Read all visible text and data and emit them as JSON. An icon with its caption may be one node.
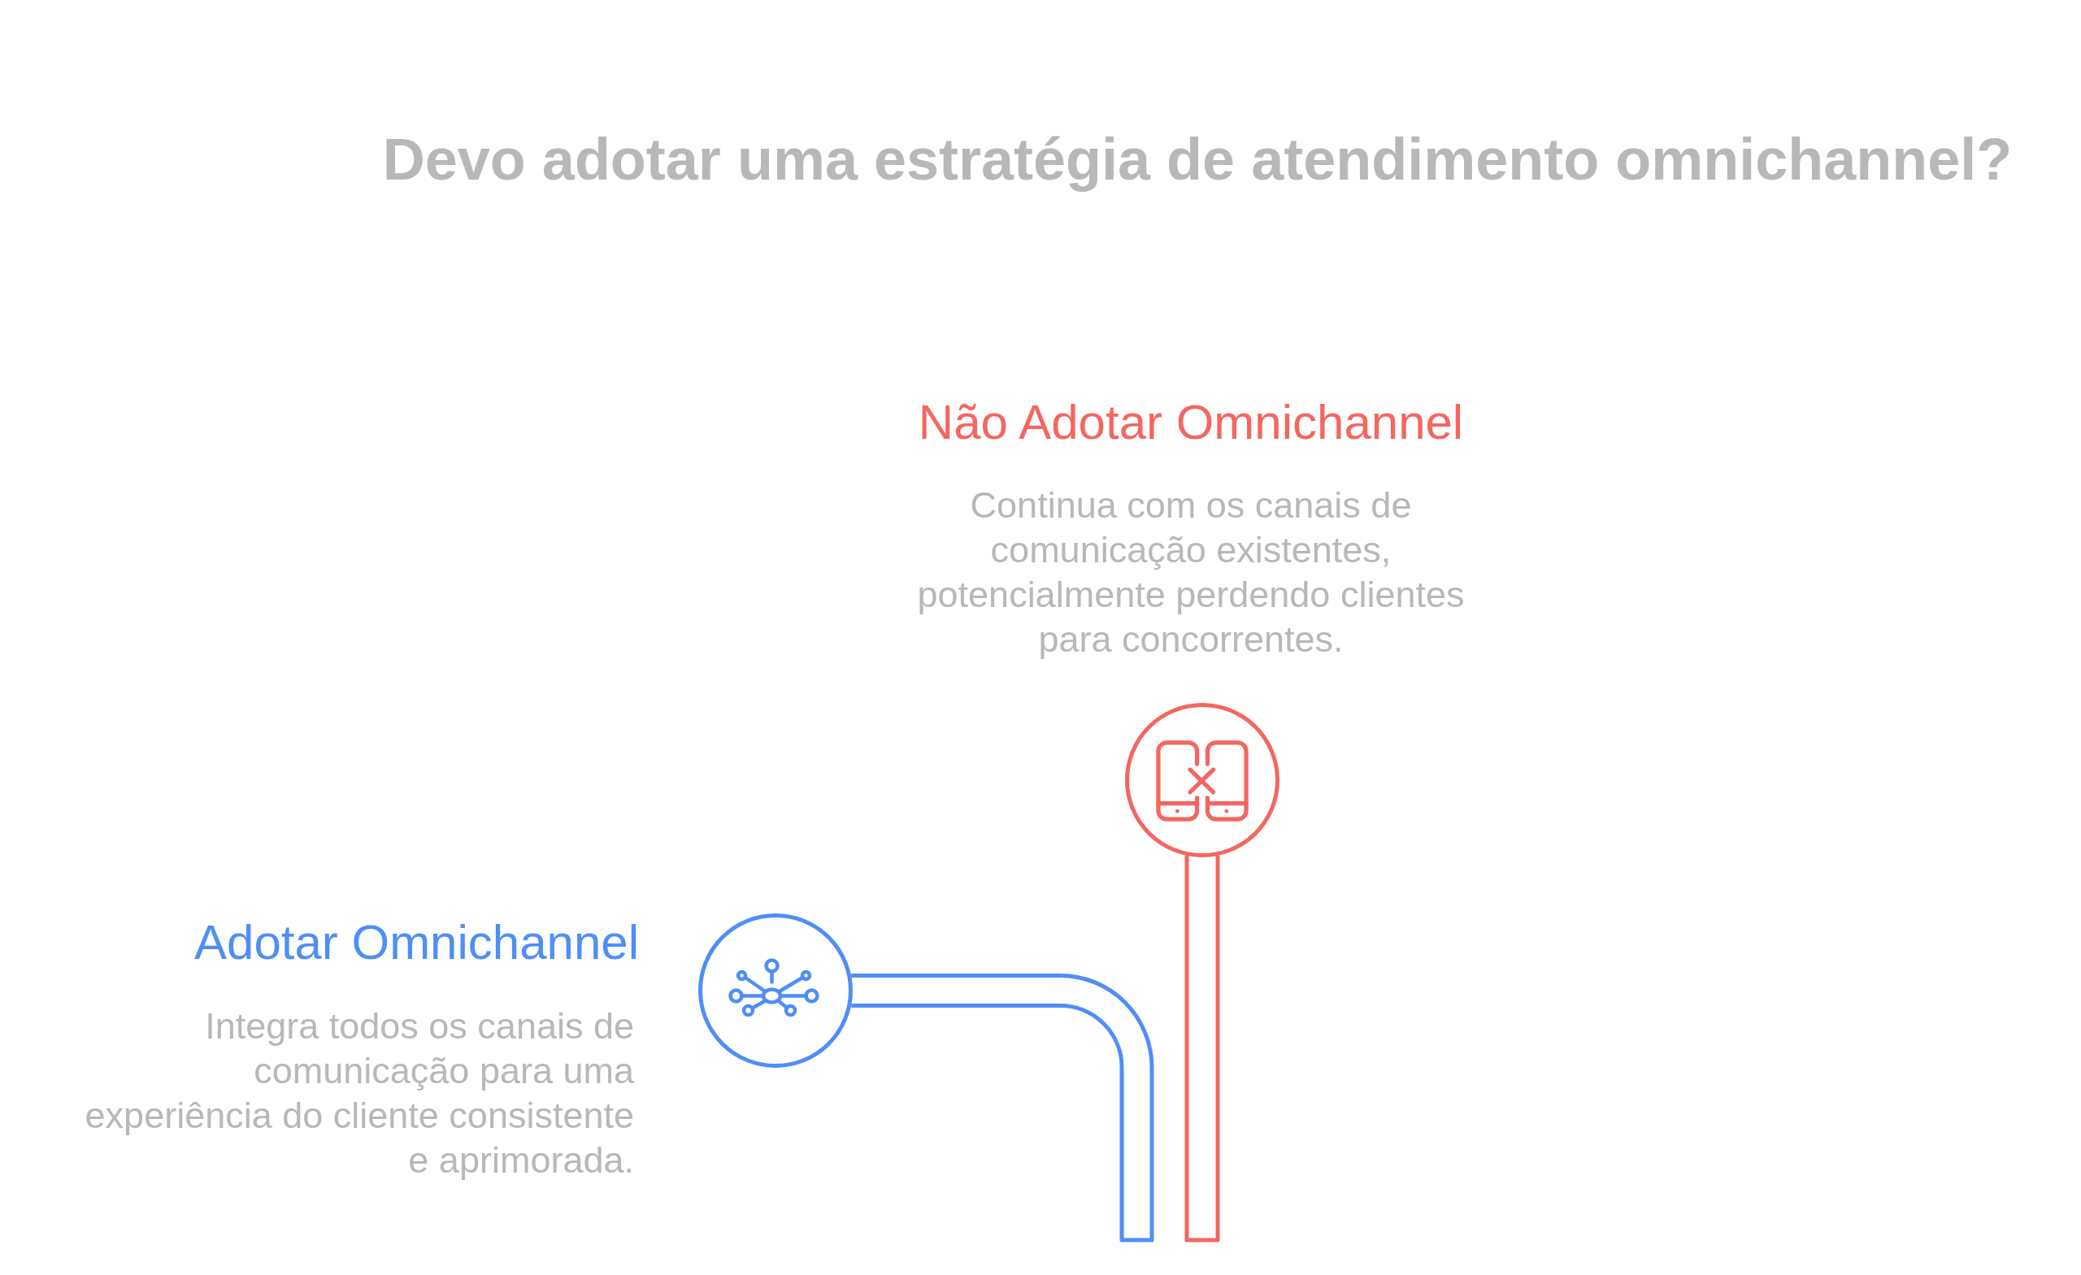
{
  "diagram": {
    "title": "Devo adotar uma estratégia de atendimento omnichannel?",
    "nodes": [
      {
        "text": [],
        "shape": "circle",
        "beside": [
          "Não Adotar Omnichannel",
          "Continua com os canais de comunicação existentes, potencialmente perdendo clientes para concorrentes."
        ]
      },
      {
        "text": [],
        "shape": "circle",
        "beside": [
          "Adotar Omnichannel",
          "Integra todos os canais de comunicação para uma experiência do cliente consistente e aprimorada."
        ]
      }
    ],
    "edges": [
      {
        "from": null,
        "to": 0,
        "arrow": "none",
        "color": "#f4665f"
      },
      {
        "from": null,
        "to": 1,
        "arrow": "none",
        "color": "#4e8ef7"
      }
    ]
  }
}
